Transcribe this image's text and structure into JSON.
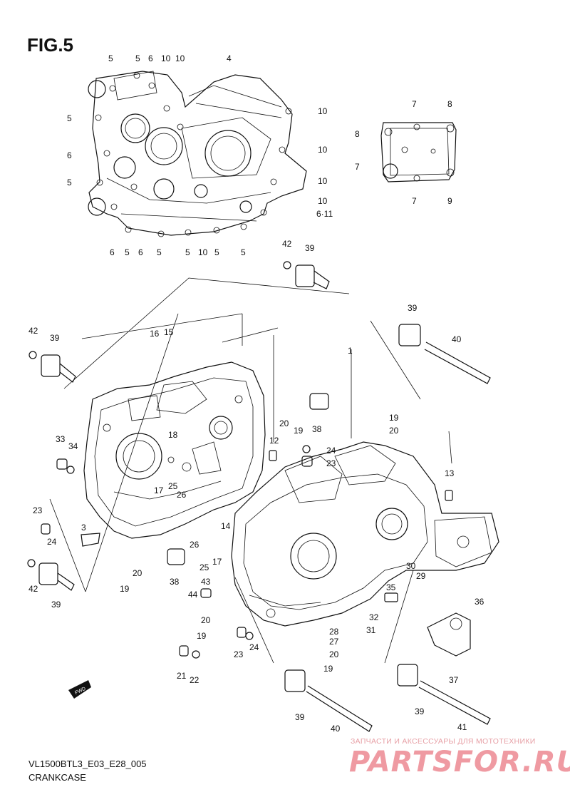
{
  "figure": {
    "title": "FIG.5",
    "model_code": "VL1500BTL3_E03_E28_005",
    "section_name": "CRANKCASE"
  },
  "fwd_label": "FWD",
  "watermark": {
    "subtitle": "ЗАПЧАСТИ И АКСЕССУАРЫ ДЛЯ МОТОТЕХНИКИ",
    "brand": "PARTSFOR.RU"
  },
  "callouts": {
    "top_view": [
      "5",
      "5",
      "6",
      "10",
      "10",
      "4",
      "5",
      "10",
      "6",
      "10",
      "5",
      "10",
      "6·11",
      "6",
      "5",
      "6",
      "5",
      "5",
      "10",
      "5",
      "5"
    ],
    "cover_plate": [
      "7",
      "8",
      "8",
      "7",
      "7",
      "9"
    ],
    "main": [
      "42",
      "39",
      "39",
      "40",
      "42",
      "39",
      "16",
      "15",
      "20",
      "19",
      "19",
      "20",
      "38",
      "1",
      "33",
      "34",
      "18",
      "12",
      "24",
      "23",
      "17",
      "25",
      "26",
      "13",
      "23",
      "24",
      "3",
      "14",
      "26",
      "17",
      "25",
      "20",
      "19",
      "38",
      "43",
      "30",
      "29",
      "44",
      "35",
      "36",
      "20",
      "32",
      "19",
      "28",
      "31",
      "27",
      "20",
      "23",
      "24",
      "21",
      "22",
      "19",
      "37",
      "39",
      "40",
      "39",
      "41",
      "42",
      "39"
    ]
  }
}
